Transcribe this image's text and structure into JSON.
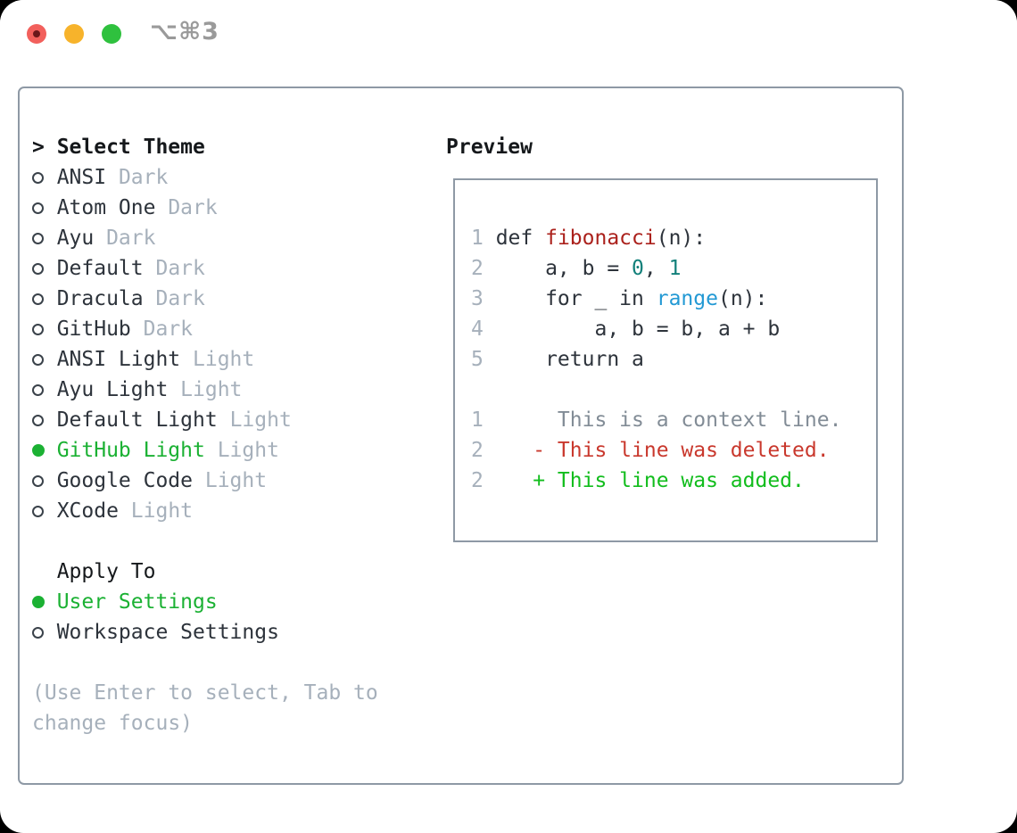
{
  "window": {
    "title": "⌥⌘3"
  },
  "colors": {
    "accent_green": "#1bb133",
    "text_dark": "#2d333b",
    "text_black": "#15181b",
    "muted": "#a6b0bb",
    "context_gray": "#828c96",
    "diff_red": "#c9382d",
    "diff_green": "#12bd1d",
    "func_red": "#ab211c",
    "number_teal": "#12807a",
    "builtin_blue": "#2399d4",
    "border_gray": "#8e99a5",
    "titlebar_text": "#9a9a9a",
    "light_red": "#f2605c",
    "light_yellow": "#f7b32b",
    "light_green": "#2fc13e"
  },
  "theme_selector": {
    "pointer": ">",
    "header": "Select Theme",
    "items": [
      {
        "name": "ANSI",
        "variant": "Dark",
        "selected": false
      },
      {
        "name": "Atom One",
        "variant": "Dark",
        "selected": false
      },
      {
        "name": "Ayu",
        "variant": "Dark",
        "selected": false
      },
      {
        "name": "Default",
        "variant": "Dark",
        "selected": false
      },
      {
        "name": "Dracula",
        "variant": "Dark",
        "selected": false
      },
      {
        "name": "GitHub",
        "variant": "Dark",
        "selected": false
      },
      {
        "name": "ANSI Light",
        "variant": "Light",
        "selected": false
      },
      {
        "name": "Ayu Light",
        "variant": "Light",
        "selected": false
      },
      {
        "name": "Default Light",
        "variant": "Light",
        "selected": false
      },
      {
        "name": "GitHub Light",
        "variant": "Light",
        "selected": true
      },
      {
        "name": "Google Code",
        "variant": "Light",
        "selected": false
      },
      {
        "name": "XCode",
        "variant": "Light",
        "selected": false
      }
    ]
  },
  "apply_to": {
    "header": "Apply To",
    "options": [
      {
        "label": "User Settings",
        "selected": true
      },
      {
        "label": "Workspace Settings",
        "selected": false
      }
    ]
  },
  "help_text": "(Use Enter to select, Tab to change focus)",
  "preview": {
    "label": "Preview",
    "code_lines": [
      {
        "num": "1",
        "tokens": [
          [
            " def ",
            "text"
          ],
          [
            "fibonacci",
            "func"
          ],
          [
            "(n):",
            "text"
          ]
        ]
      },
      {
        "num": "2",
        "tokens": [
          [
            "     a, b = ",
            "text"
          ],
          [
            "0",
            "num"
          ],
          [
            ", ",
            "text"
          ],
          [
            "1",
            "num"
          ]
        ]
      },
      {
        "num": "3",
        "tokens": [
          [
            "     for _ in ",
            "text"
          ],
          [
            "range",
            "builtin"
          ],
          [
            "(n):",
            "text"
          ]
        ]
      },
      {
        "num": "4",
        "tokens": [
          [
            "         a, b = b, a + b",
            "text"
          ]
        ]
      },
      {
        "num": "5",
        "tokens": [
          [
            "     return a",
            "text"
          ]
        ]
      }
    ],
    "diff_lines": [
      {
        "num": "1",
        "tokens": [
          [
            "      This is a context line.",
            "ctx"
          ]
        ]
      },
      {
        "num": "2",
        "tokens": [
          [
            "    ",
            "text"
          ],
          [
            "- This line was deleted.",
            "del"
          ]
        ]
      },
      {
        "num": "2",
        "tokens": [
          [
            "    ",
            "text"
          ],
          [
            "+ This line was added.",
            "add"
          ]
        ]
      }
    ]
  }
}
